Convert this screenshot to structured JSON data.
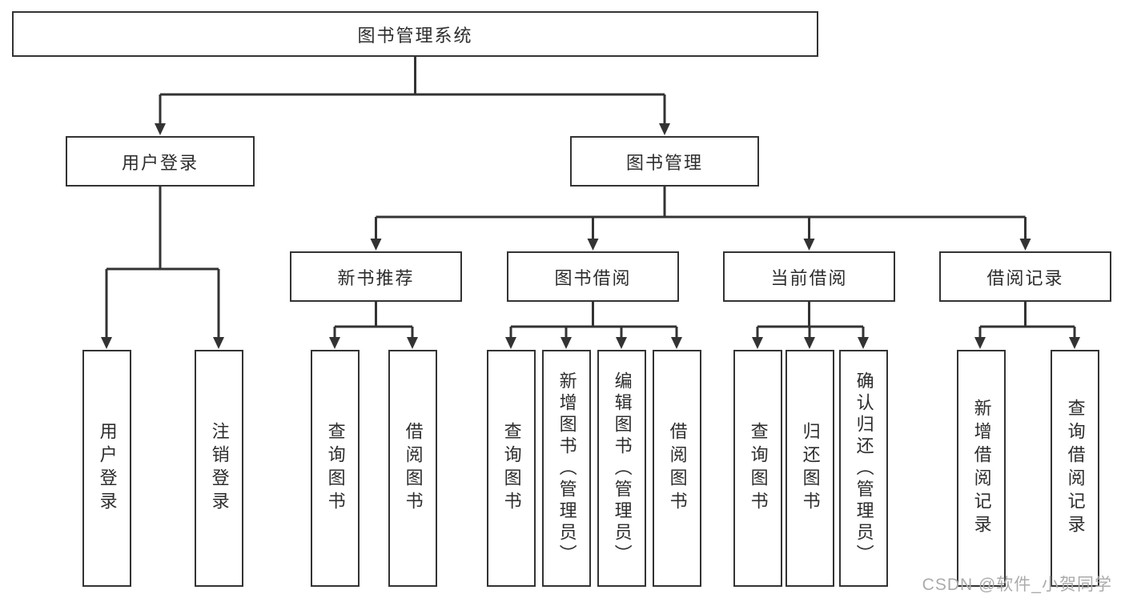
{
  "tree": {
    "root": "图书管理系统",
    "branches": [
      {
        "label": "用户登录",
        "leaves": [
          "用户登录",
          "注销登录"
        ]
      },
      {
        "label": "图书管理",
        "groups": [
          {
            "label": "新书推荐",
            "leaves": [
              "查询图书",
              "借阅图书"
            ]
          },
          {
            "label": "图书借阅",
            "leaves": [
              "查询图书",
              "新增图书（管理员）",
              "编辑图书（管理员）",
              "借阅图书"
            ]
          },
          {
            "label": "当前借阅",
            "leaves": [
              "查询图书",
              "归还图书",
              "确认归还（管理员）"
            ]
          },
          {
            "label": "借阅记录",
            "leaves": [
              "新增借阅记录",
              "查询借阅记录"
            ]
          }
        ]
      }
    ],
    "colors": {
      "line": "#333333",
      "text": "#2d2d2d",
      "box_bg": "#ffffff",
      "watermark": "#ababab"
    }
  },
  "watermark": {
    "text": "CSDN @软件_小贺同学"
  }
}
